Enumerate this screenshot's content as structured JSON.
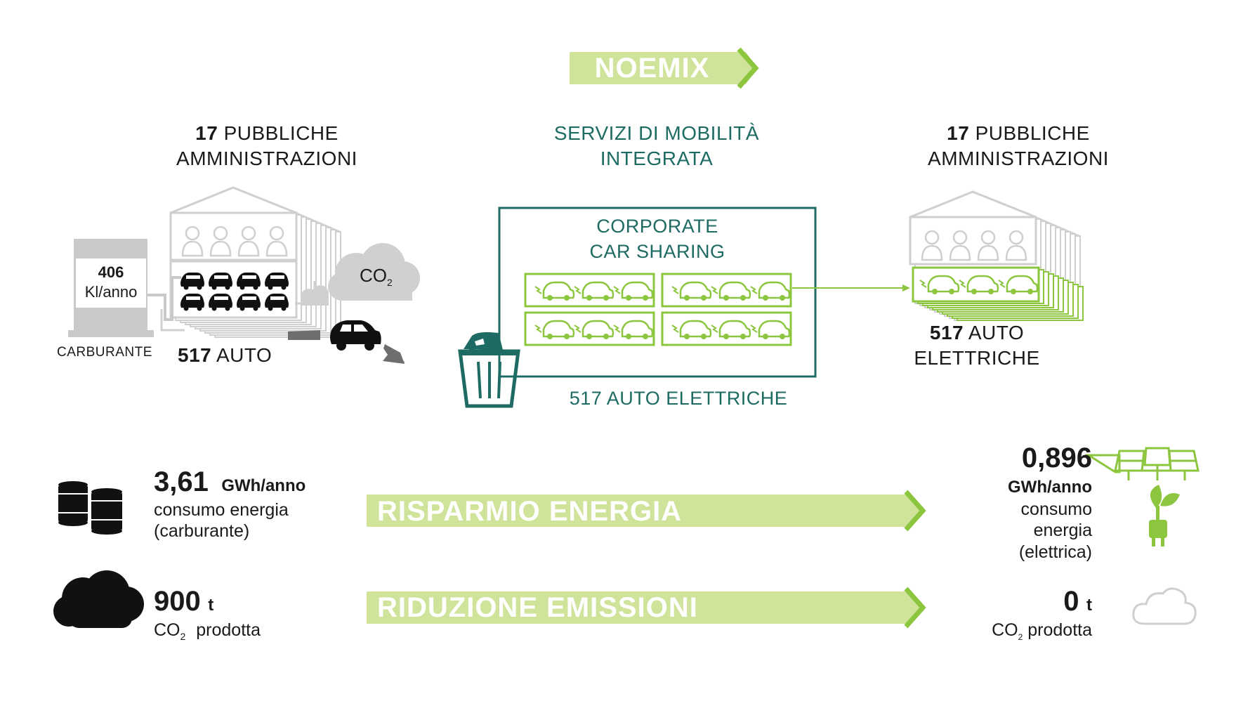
{
  "banner": {
    "label": "NOEMIX"
  },
  "left": {
    "count": "17",
    "title_line1": "PUBBLICHE",
    "title_line2": "AMMINISTRAZIONI",
    "pump_value": "406",
    "pump_unit": "Kl/anno",
    "pump_caption": "CARBURANTE",
    "co2_label": "CO",
    "co2_sub": "2",
    "cars_count": "517",
    "cars_label": "AUTO"
  },
  "center": {
    "title_line1": "SERVIZI DI MOBILITÀ",
    "title_line2": "INTEGRATA",
    "box_title_line1": "CORPORATE",
    "box_title_line2": "CAR SHARING",
    "caption": "517 AUTO ELETTRICHE"
  },
  "right": {
    "count": "17",
    "title_line1": "PUBBLICHE",
    "title_line2": "AMMINISTRAZIONI",
    "cars_count": "517",
    "cars_label_line1": "AUTO",
    "cars_label_line2": "ELETTRICHE"
  },
  "energy": {
    "left_value": "3,61",
    "left_unit": "GWh/anno",
    "left_desc_line1": "consumo energia",
    "left_desc_line2": "(carburante)",
    "arrow_label": "RISPARMIO ENERGIA",
    "right_value": "0,896",
    "right_unit": "GWh/anno",
    "right_desc_line1": "consumo",
    "right_desc_line2": "energia",
    "right_desc_line3": "(elettrica)"
  },
  "emissions": {
    "left_value": "900",
    "left_unit": "t",
    "left_co2": "CO",
    "left_co2_sub": "2",
    "left_desc": "prodotta",
    "arrow_label": "RIDUZIONE EMISSIONI",
    "right_value": "0",
    "right_unit": "t",
    "right_co2": "CO",
    "right_co2_sub": "2",
    "right_desc": "prodotta"
  },
  "colors": {
    "green": "#b4d66a",
    "dark_green": "#8cc63f",
    "teal": "#1e6b63",
    "gray": "#c8c8c8",
    "black": "#111111"
  }
}
